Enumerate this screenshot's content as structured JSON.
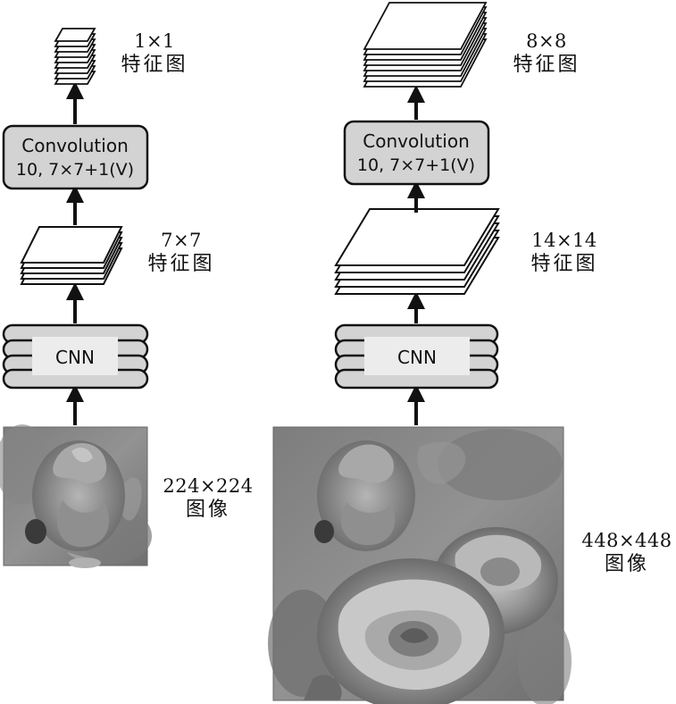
{
  "left_pipeline": {
    "image_label": {
      "dims": "224×224",
      "kind": "图像"
    },
    "cnn_label": "CNN",
    "feature_label_mid": {
      "dims": "7×7",
      "kind": "特征图"
    },
    "conv_line1": "Convolution",
    "conv_line2": "10, 7×7+1(V)",
    "feature_label_top": {
      "dims": "1×1",
      "kind": "特征图"
    }
  },
  "right_pipeline": {
    "image_label": {
      "dims": "448×448",
      "kind": "图像"
    },
    "cnn_label": "CNN",
    "feature_label_mid": {
      "dims": "14×14",
      "kind": "特征图"
    },
    "conv_line1": "Convolution",
    "conv_line2": "10, 7×7+1(V)",
    "feature_label_top": {
      "dims": "8×8",
      "kind": "特征图"
    }
  },
  "colors": {
    "box_fill": "#d3d3d3",
    "cnn_center": "#ececec",
    "stroke": "#111111",
    "image_gray": "#8a8a8a"
  },
  "icons": [
    "up-arrow-icon",
    "feature-map-stack-icon",
    "rose-photo"
  ]
}
